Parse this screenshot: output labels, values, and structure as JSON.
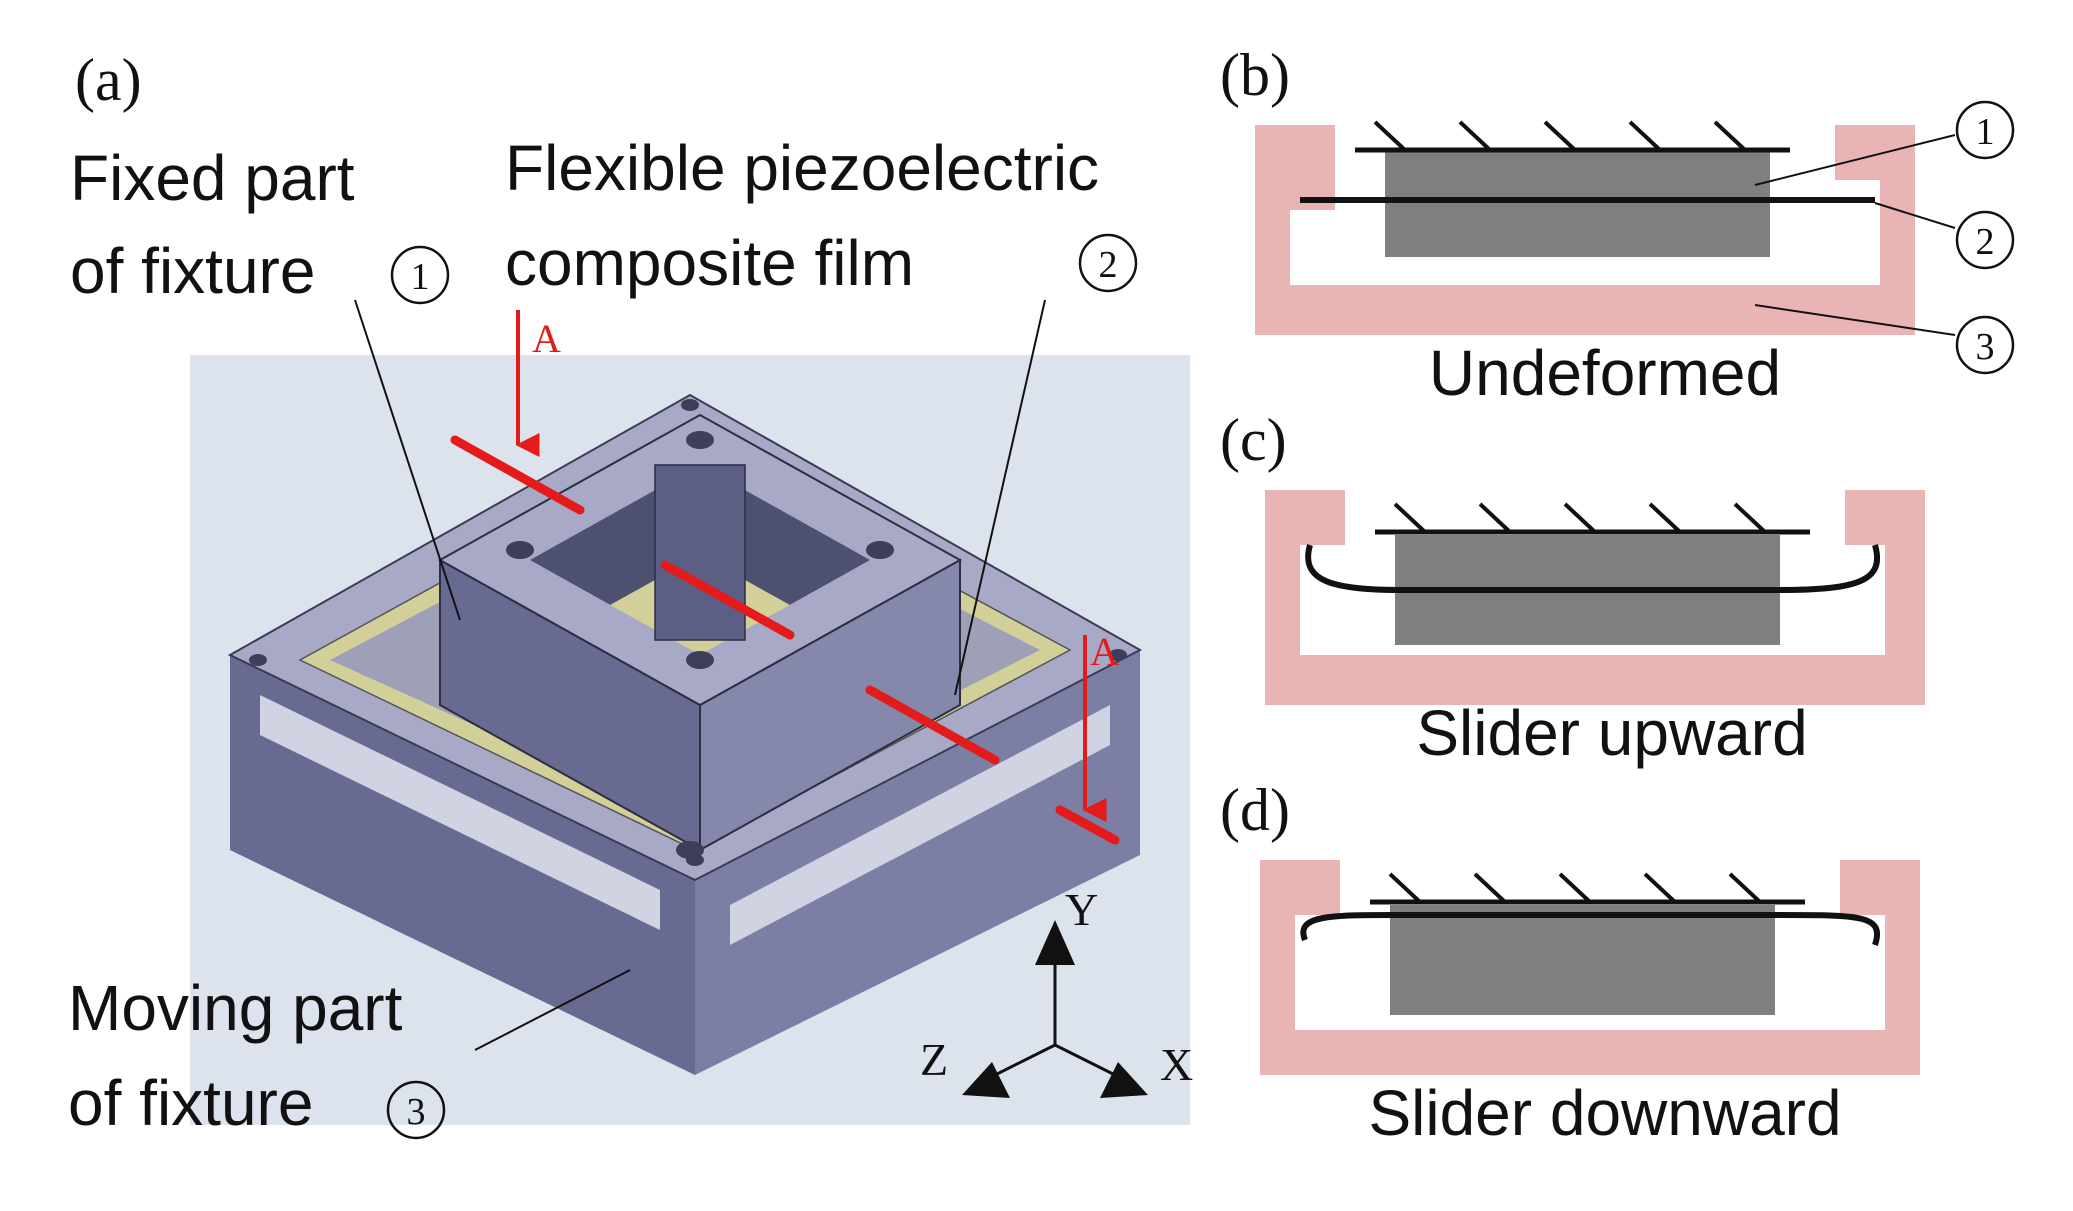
{
  "panel_a": {
    "label": "(a)",
    "fixed_part": {
      "line1": "Fixed part",
      "line2": "of fixture",
      "marker": "1"
    },
    "film": {
      "line1": "Flexible piezoelectric",
      "line2": "composite film",
      "marker": "2"
    },
    "moving_part": {
      "line1": "Moving part",
      "line2": "of fixture",
      "marker": "3"
    },
    "section_label": "A",
    "axes": {
      "y": "Y",
      "x": "X",
      "z": "Z"
    }
  },
  "panel_b": {
    "label": "(b)",
    "caption": "Undeformed",
    "markers": [
      "1",
      "2",
      "3"
    ]
  },
  "panel_c": {
    "label": "(c)",
    "caption": "Slider upward"
  },
  "panel_d": {
    "label": "(d)",
    "caption": "Slider downward"
  },
  "colors": {
    "frame_pink": "#e8b4b4",
    "block_gray": "#7f7f7f",
    "section_red": "#e31b1b",
    "body_top": "#a7a9c7",
    "body_front": "#686a92",
    "body_side": "#8587ab",
    "film_tan": "#d2cf98"
  }
}
